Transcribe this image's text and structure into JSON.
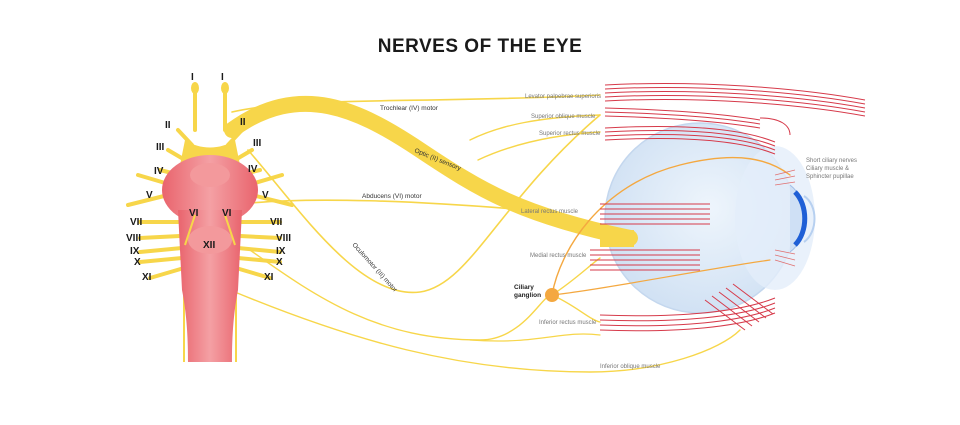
{
  "title": "NERVES OF THE EYE",
  "cranial_nerves": {
    "left": [
      "I",
      "II",
      "III",
      "IV",
      "V",
      "VII",
      "VIII",
      "IX",
      "X",
      "XI"
    ],
    "right": [
      "I",
      "II",
      "III",
      "IV",
      "V",
      "VII",
      "VIII",
      "IX",
      "X",
      "XI"
    ],
    "inner": [
      "VI",
      "VI",
      "XII"
    ]
  },
  "nerve_labels": {
    "trochlear": "Trochlear (IV) motor",
    "optic": "Optic (II) sensory",
    "abducens": "Abducens (VI) motor",
    "oculomotor": "Oculomotor (III) motor"
  },
  "muscle_labels": {
    "levator": "Levator palpebrae superioris",
    "superior_oblique": "Superior oblique muscle",
    "superior_rectus": "Superior rectus muscle",
    "lateral_rectus": "Lateral rectus muscle",
    "medial_rectus": "Medial rectus muscle",
    "inferior_rectus": "Inferior rectus muscle",
    "inferior_oblique": "Inferior oblique muscle"
  },
  "ganglion_label": [
    "Ciliary",
    "ganglion"
  ],
  "ciliary_label": [
    "Short ciliary nerves",
    "Ciliary muscle &",
    "Sphincter pupillae"
  ],
  "colors": {
    "nerve": "#f7d64a",
    "nerve_light": "#fbe89a",
    "brainstem": "#ec7a80",
    "brainstem_light": "#f5a3a6",
    "muscle": "#d63a4a",
    "eye": "#dce9f7",
    "iris": "#1f5fd6"
  }
}
